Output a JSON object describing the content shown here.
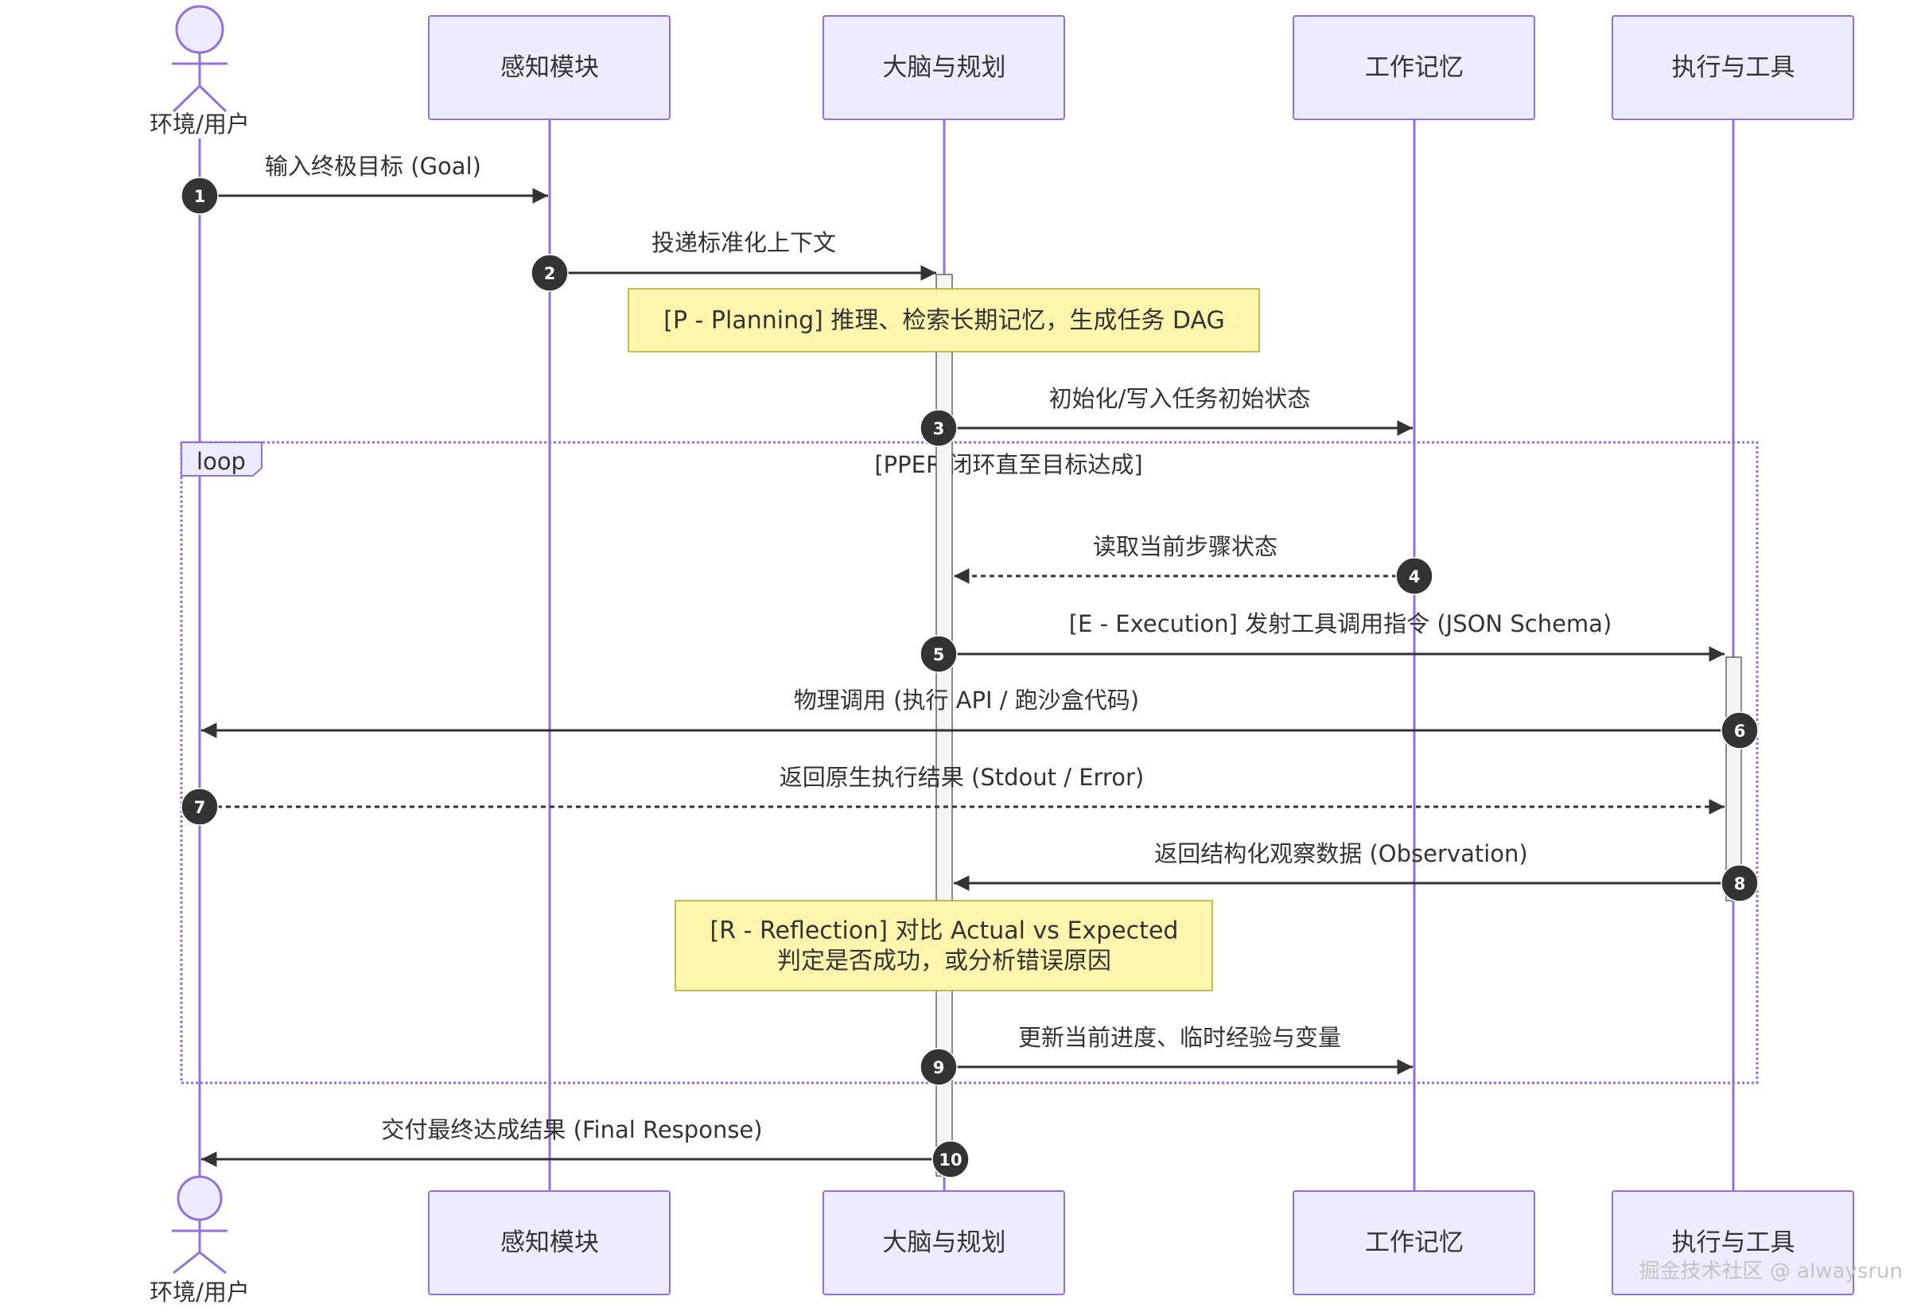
{
  "participants": {
    "user": "环境/用户",
    "perception": "感知模块",
    "brain": "大脑与规划",
    "memory": "工作记忆",
    "tools": "执行与工具"
  },
  "messages": [
    {
      "num": "1",
      "text": "输入终极目标 (Goal)"
    },
    {
      "num": "2",
      "text": "投递标准化上下文"
    },
    {
      "num": "3",
      "text": "初始化/写入任务初始状态"
    },
    {
      "num": "4",
      "text": "读取当前步骤状态"
    },
    {
      "num": "5",
      "text": "[E - Execution] 发射工具调用指令 (JSON Schema)"
    },
    {
      "num": "6",
      "text": "物理调用 (执行 API / 跑沙盒代码)"
    },
    {
      "num": "7",
      "text": "返回原生执行结果 (Stdout / Error)"
    },
    {
      "num": "8",
      "text": "返回结构化观察数据 (Observation)"
    },
    {
      "num": "9",
      "text": "更新当前进度、临时经验与变量"
    },
    {
      "num": "10",
      "text": "交付最终达成结果 (Final Response)"
    }
  ],
  "notes": {
    "planning": "[P - Planning] 推理、检索长期记忆，生成任务 DAG",
    "reflection": [
      "[R - Reflection] 对比 Actual vs Expected",
      "判定是否成功，或分析错误原因"
    ]
  },
  "loop": {
    "label": "loop",
    "condition": "[PPER 闭环直至目标达成]"
  },
  "watermark": "掘金技术社区 @ alwaysrun",
  "colors": {
    "participant_fill": "#ECECFF",
    "participant_border": "#9370DB",
    "lifeline": "#9370DB",
    "note_fill": "#FFF5AD",
    "note_border": "#AAAA33",
    "message": "#333333",
    "sequence_badge": "#333333",
    "activation_fill": "#F4F4F4"
  }
}
